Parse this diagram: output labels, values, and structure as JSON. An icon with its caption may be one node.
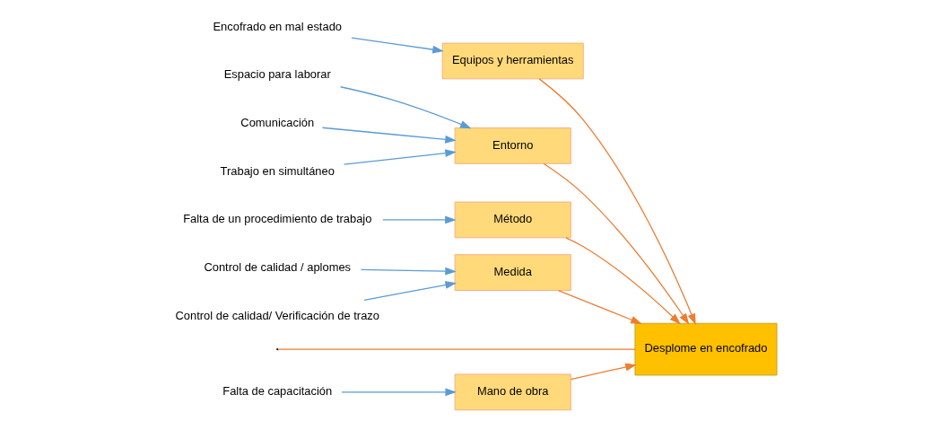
{
  "diagram": {
    "nodes": [
      {
        "text": [
          "Mano de obra"
        ]
      },
      {
        "text": [
          "Equipos y herramientas"
        ]
      },
      {
        "text": [
          "Entorno"
        ]
      },
      {
        "text": [
          "Desplome en encofrado"
        ]
      },
      {
        "text": [
          "Método"
        ]
      },
      {
        "text": [
          "Medida"
        ]
      },
      {
        "text": [
          "Falta de capacitación"
        ]
      },
      {
        "text": [
          "Encofrado en mal estado"
        ]
      },
      {
        "text": [
          "Espacio para laborar"
        ]
      },
      {
        "text": [
          "Comunicación"
        ]
      },
      {
        "text": [
          "Trabajo en simultáneo"
        ]
      },
      {
        "text": [
          "Falta de un procedimiento de trabajo"
        ]
      },
      {
        "text": [
          "Control de calidad / aplomes"
        ]
      },
      {
        "text": [
          "Control de calidad/ Verificación de trazo"
        ]
      }
    ],
    "edges": [
      {
        "from": null,
        "to": 3,
        "arrow": "none",
        "color": "#ed7d31"
      },
      {
        "from": 0,
        "to": 3,
        "arrow": "to",
        "color": "#ed7d31"
      },
      {
        "from": 1,
        "to": 3,
        "arrow": "to",
        "color": "#ed7d31"
      },
      {
        "from": 2,
        "to": 3,
        "arrow": "to",
        "color": "#ed7d31"
      },
      {
        "from": 4,
        "to": 3,
        "arrow": "to",
        "color": "#ed7d31"
      },
      {
        "from": 5,
        "to": 3,
        "arrow": "to",
        "color": "#ed7d31"
      },
      {
        "from": 6,
        "to": 0,
        "arrow": "to"
      },
      {
        "from": 7,
        "to": 1,
        "arrow": "to"
      },
      {
        "from": 8,
        "to": 2,
        "arrow": "to"
      },
      {
        "from": 9,
        "to": 2,
        "arrow": "to"
      },
      {
        "from": 10,
        "to": 2,
        "arrow": "to"
      },
      {
        "from": 11,
        "to": 4,
        "arrow": "to"
      },
      {
        "from": 12,
        "to": 5,
        "arrow": "to"
      },
      {
        "from": 13,
        "to": 5,
        "arrow": "to"
      }
    ]
  }
}
